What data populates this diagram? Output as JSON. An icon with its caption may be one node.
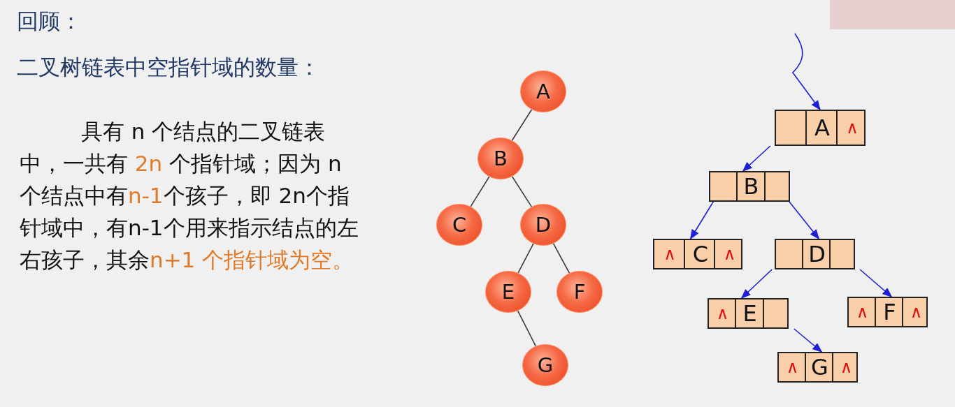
{
  "diagram": {
    "title": "回顾：",
    "nodes": [
      {
        "text": [
          "A"
        ]
      },
      {
        "text": [
          "B"
        ]
      },
      {
        "text": [
          "C"
        ]
      },
      {
        "text": [
          "D"
        ]
      },
      {
        "text": [
          "E"
        ]
      },
      {
        "text": [
          "F"
        ]
      },
      {
        "text": [
          "G"
        ]
      },
      {
        "text": [
          "A",
          "∧"
        ]
      },
      {
        "text": [
          "B"
        ]
      },
      {
        "text": [
          "∧",
          "C",
          "∧"
        ]
      },
      {
        "text": [
          "D"
        ]
      },
      {
        "text": [
          "∧",
          "E"
        ]
      },
      {
        "text": [
          "∧",
          "F",
          "∧"
        ]
      },
      {
        "text": [
          "∧",
          "G",
          "∧"
        ]
      }
    ],
    "edges": [
      {
        "from": 0,
        "to": 1,
        "arrow": "none",
        "color": "#3a3a3a"
      },
      {
        "from": 1,
        "to": 2,
        "arrow": "none",
        "color": "#3a3a3a"
      },
      {
        "from": 1,
        "to": 3,
        "arrow": "none",
        "color": "#3a3a3a"
      },
      {
        "from": 3,
        "to": 4,
        "arrow": "none",
        "color": "#3a3a3a"
      },
      {
        "from": 3,
        "to": 5,
        "arrow": "none",
        "color": "#3a3a3a"
      },
      {
        "from": 4,
        "to": 6,
        "arrow": "none",
        "color": "#3a3a3a"
      },
      {
        "from": null,
        "to": 7,
        "arrow": "to"
      },
      {
        "from": 7,
        "to": 8,
        "arrow": "to"
      },
      {
        "from": 8,
        "to": 9,
        "arrow": "to"
      },
      {
        "from": 8,
        "to": 10,
        "arrow": "to"
      },
      {
        "from": 10,
        "to": 11,
        "arrow": "to"
      },
      {
        "from": 10,
        "to": 12,
        "arrow": "to"
      },
      {
        "from": 11,
        "to": 13,
        "arrow": "to"
      }
    ],
    "labels": [
      "二叉树链表中空指针域的数量：",
      "具有 n 个结点的二叉链表中，一共有 **2n** 个指针域；因为 n 个结点中有**n-1**个孩子，即  2n个指针域中，有n-1个用来指示结点的左右孩子，其余**n+1 个指针域为空。**"
    ]
  }
}
